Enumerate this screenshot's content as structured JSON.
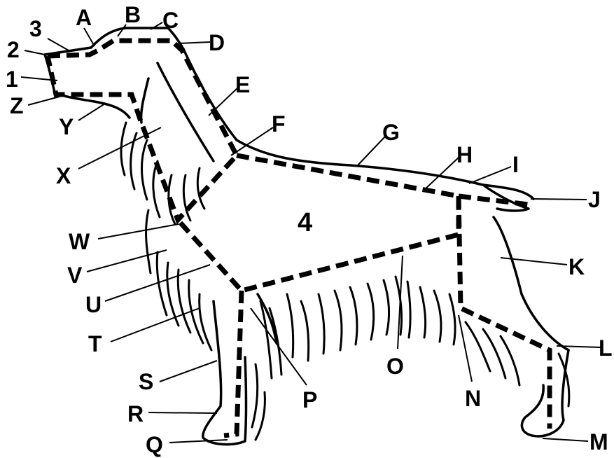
{
  "labels": {
    "A": "A",
    "B": "B",
    "C": "C",
    "D": "D",
    "E": "E",
    "F": "F",
    "G": "G",
    "H": "H",
    "I": "I",
    "J": "J",
    "K": "K",
    "L": "L",
    "M": "M",
    "N": "N",
    "O": "O",
    "P": "P",
    "Q": "Q",
    "R": "R",
    "S": "S",
    "T": "T",
    "U": "U",
    "V": "V",
    "W": "W",
    "X": "X",
    "Y": "Y",
    "Z": "Z",
    "n1": "1",
    "n2": "2",
    "n3": "3",
    "n4": "4"
  }
}
